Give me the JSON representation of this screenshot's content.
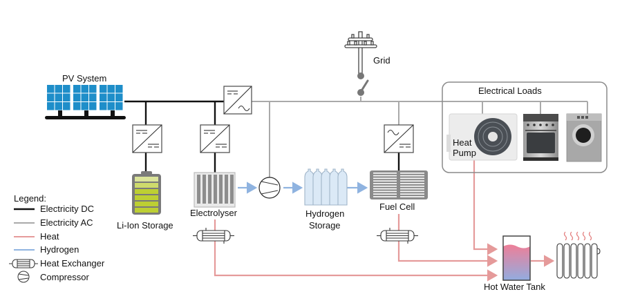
{
  "diagram": {
    "title": "Hybrid PV-Battery-Hydrogen Home Energy System",
    "components": {
      "pv_system": "PV System",
      "grid": "Grid",
      "battery": "Li-Ion Storage",
      "electrolyser": "Electrolyser",
      "hydrogen_storage_line1": "Hydrogen",
      "hydrogen_storage_line2": "Storage",
      "fuel_cell": "Fuel Cell",
      "electrical_loads": "Electrical Loads",
      "heat_pump_line1": "Heat",
      "heat_pump_line2": "Pump",
      "hot_water_tank": "Hot Water Tank"
    },
    "legend": {
      "title": "Legend:",
      "items": [
        {
          "label": "Electricity DC",
          "type": "line",
          "color": "#111111"
        },
        {
          "label": "Electricity AC",
          "type": "line",
          "color": "#a9a9a9"
        },
        {
          "label": "Heat",
          "type": "line",
          "color": "#e59a9a"
        },
        {
          "label": "Hydrogen",
          "type": "line",
          "color": "#8fb3e0"
        },
        {
          "label": "Heat Exchanger",
          "type": "symbol",
          "icon": "heat-exchanger-icon"
        },
        {
          "label": "Compressor",
          "type": "symbol",
          "icon": "compressor-icon"
        }
      ]
    },
    "colors": {
      "dc": "#111111",
      "ac": "#a9a9a9",
      "heat": "#e59a9a",
      "hydrogen": "#8fb3e0",
      "pv_panel": "#1e8ec9",
      "battery_fill": "#b9cc2e",
      "tank_hot": "#ee7f98",
      "tank_cold": "#92acdf"
    }
  }
}
